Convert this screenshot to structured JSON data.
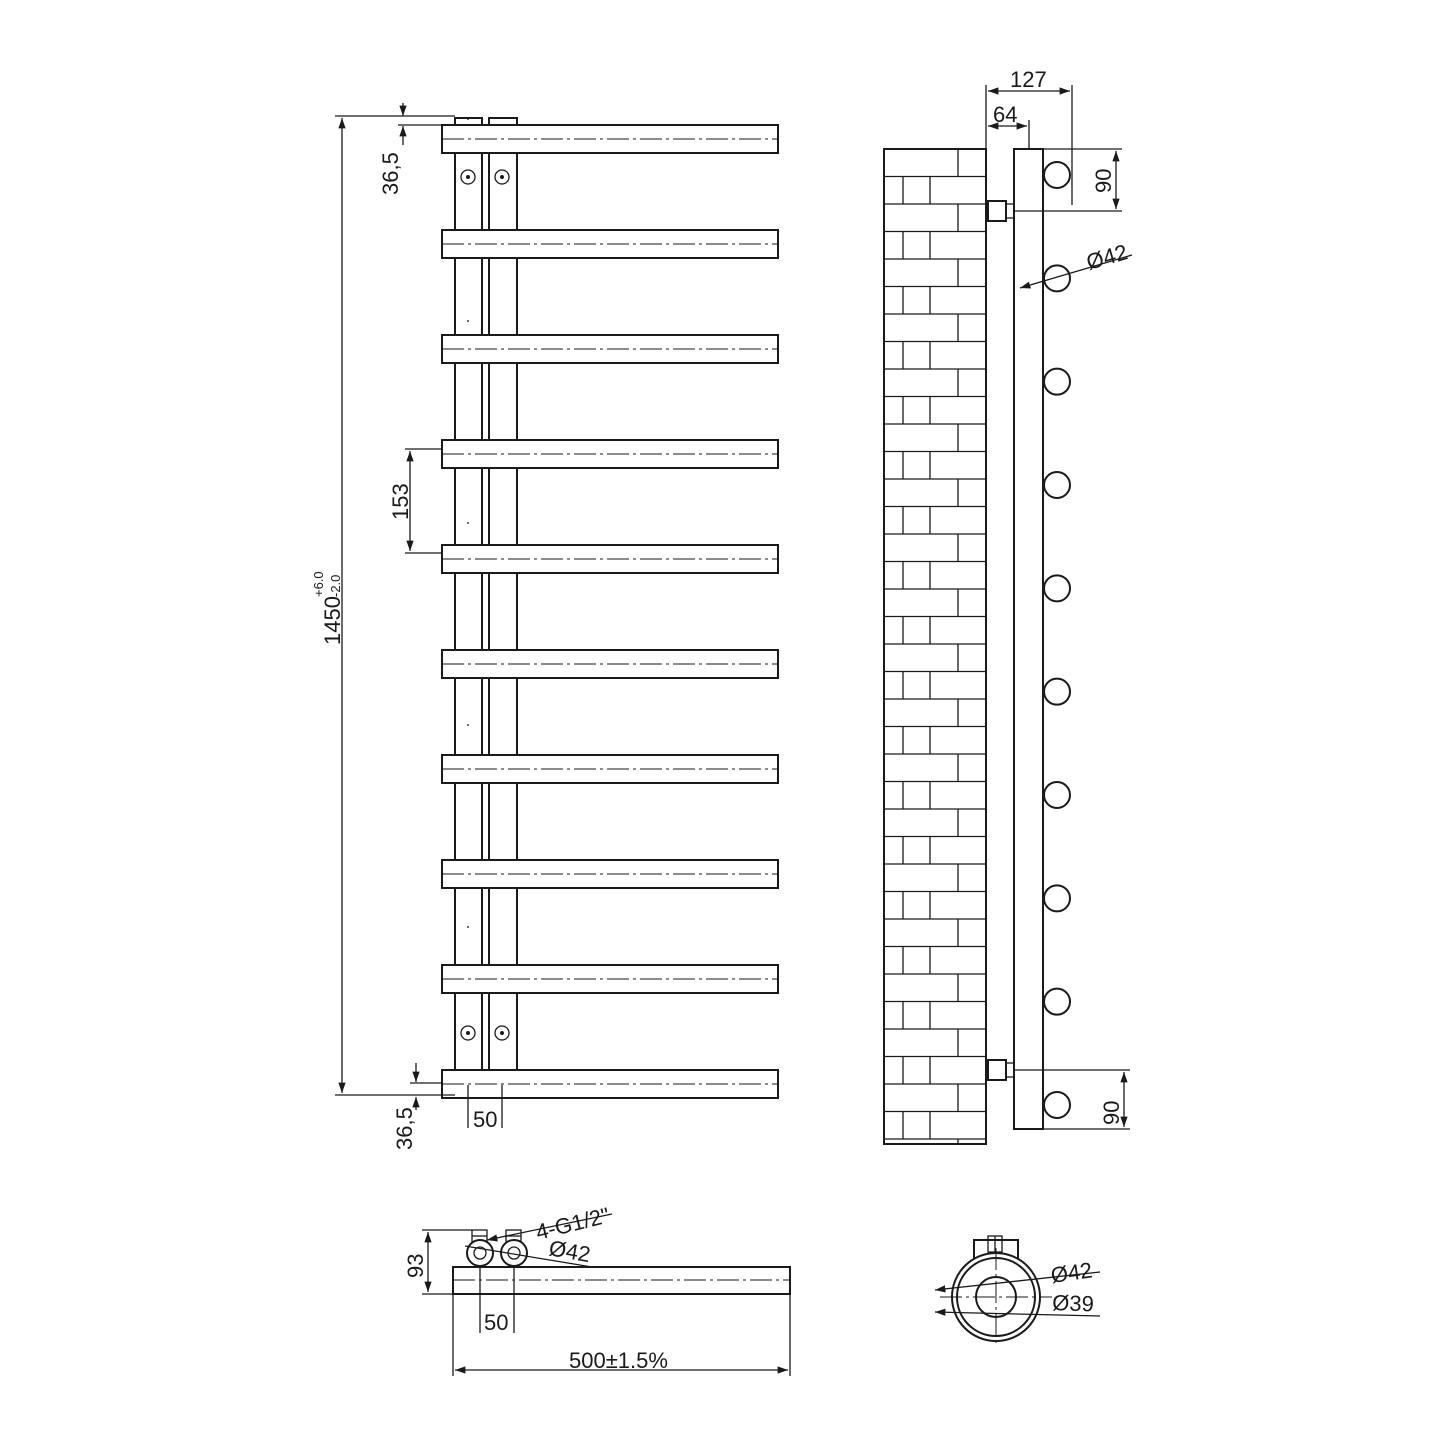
{
  "front_view": {
    "bar_count": 10,
    "dims": {
      "total_height": "1450",
      "height_tol_plus": "+6.0",
      "height_tol_minus": "-2.0",
      "top_offset": "36,5",
      "bottom_offset": "36,5",
      "bar_pitch": "153",
      "column_spacing": "50"
    }
  },
  "side_view": {
    "tube_count": 10,
    "dims": {
      "depth_total": "127",
      "wall_to_column": "64",
      "top_tube_offset": "90",
      "bottom_tube_offset": "90",
      "tube_diameter": "Ø42"
    }
  },
  "plan_view": {
    "dims": {
      "connection_height": "93",
      "connections": "4-G1/2\"",
      "column_diameter": "Ø42",
      "column_spacing": "50",
      "width": "500±1.5%"
    }
  },
  "section_view": {
    "dims": {
      "outer_diameter": "Ø42",
      "inner_diameter": "Ø39"
    }
  }
}
